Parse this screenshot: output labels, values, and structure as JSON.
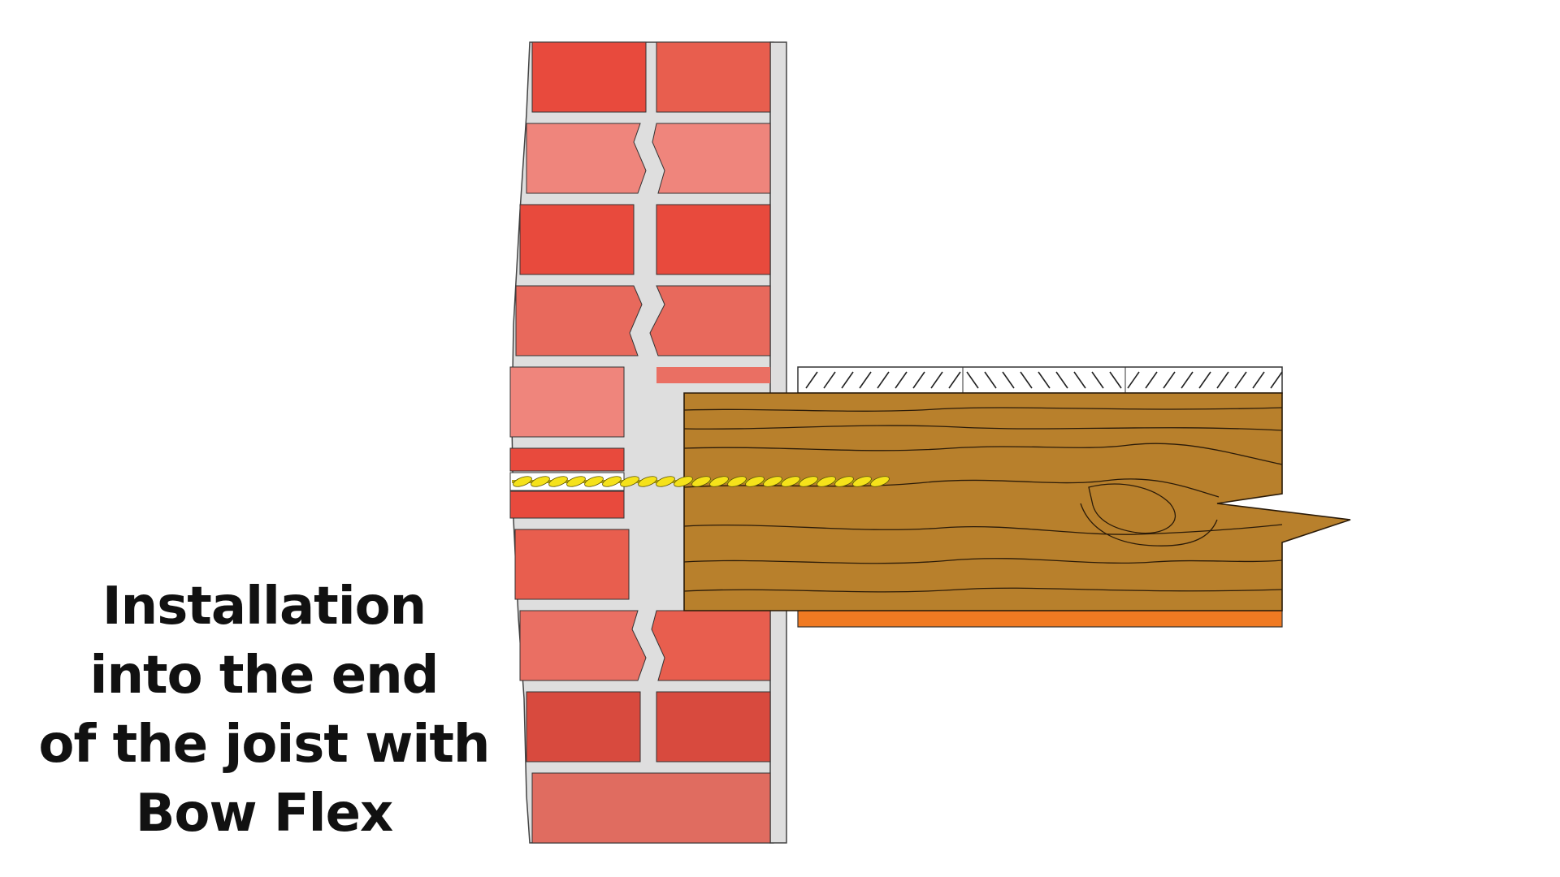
{
  "caption": {
    "lines": [
      "Installation",
      "into the end",
      "of the joist with",
      "Bow Flex"
    ]
  },
  "colors": {
    "brick_dark": "#e84a3d",
    "brick_medium": "#e8695c",
    "brick_light": "#ef857c",
    "mortar": "#dedede",
    "timber": "#b8802c",
    "timber_grain": "#2a1a08",
    "ceiling_board": "#f07a22",
    "tie_yellow": "#f5e21a",
    "outline": "#333333"
  },
  "icons": [
    "brick-wall",
    "timber-joist",
    "floorboard",
    "ceiling-board",
    "twisted-wall-tie"
  ]
}
